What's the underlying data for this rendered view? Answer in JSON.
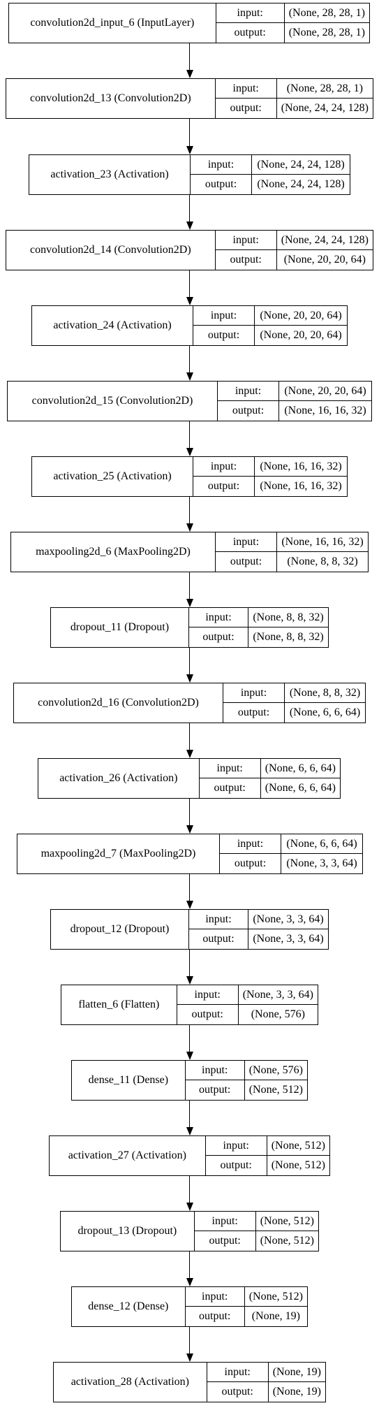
{
  "io_labels": {
    "input": "input:",
    "output": "output:"
  },
  "layers": [
    {
      "name": "convolution2d_input_6 (InputLayer)",
      "input": "(None, 28, 28, 1)",
      "output": "(None, 28, 28, 1)"
    },
    {
      "name": "convolution2d_13 (Convolution2D)",
      "input": "(None, 28, 28, 1)",
      "output": "(None, 24, 24, 128)"
    },
    {
      "name": "activation_23 (Activation)",
      "input": "(None, 24, 24, 128)",
      "output": "(None, 24, 24, 128)"
    },
    {
      "name": "convolution2d_14 (Convolution2D)",
      "input": "(None, 24, 24, 128)",
      "output": "(None, 20, 20, 64)"
    },
    {
      "name": "activation_24 (Activation)",
      "input": "(None, 20, 20, 64)",
      "output": "(None, 20, 20, 64)"
    },
    {
      "name": "convolution2d_15 (Convolution2D)",
      "input": "(None, 20, 20, 64)",
      "output": "(None, 16, 16, 32)"
    },
    {
      "name": "activation_25 (Activation)",
      "input": "(None, 16, 16, 32)",
      "output": "(None, 16, 16, 32)"
    },
    {
      "name": "maxpooling2d_6 (MaxPooling2D)",
      "input": "(None, 16, 16, 32)",
      "output": "(None, 8, 8, 32)"
    },
    {
      "name": "dropout_11 (Dropout)",
      "input": "(None, 8, 8, 32)",
      "output": "(None, 8, 8, 32)"
    },
    {
      "name": "convolution2d_16 (Convolution2D)",
      "input": "(None, 8, 8, 32)",
      "output": "(None, 6, 6, 64)"
    },
    {
      "name": "activation_26 (Activation)",
      "input": "(None, 6, 6, 64)",
      "output": "(None, 6, 6, 64)"
    },
    {
      "name": "maxpooling2d_7 (MaxPooling2D)",
      "input": "(None, 6, 6, 64)",
      "output": "(None, 3, 3, 64)"
    },
    {
      "name": "dropout_12 (Dropout)",
      "input": "(None, 3, 3, 64)",
      "output": "(None, 3, 3, 64)"
    },
    {
      "name": "flatten_6 (Flatten)",
      "input": "(None, 3, 3, 64)",
      "output": "(None, 576)"
    },
    {
      "name": "dense_11 (Dense)",
      "input": "(None, 576)",
      "output": "(None, 512)"
    },
    {
      "name": "activation_27 (Activation)",
      "input": "(None, 512)",
      "output": "(None, 512)"
    },
    {
      "name": "dropout_13 (Dropout)",
      "input": "(None, 512)",
      "output": "(None, 512)"
    },
    {
      "name": "dense_12 (Dense)",
      "input": "(None, 512)",
      "output": "(None, 19)"
    },
    {
      "name": "activation_28 (Activation)",
      "input": "(None, 19)",
      "output": "(None, 19)"
    }
  ]
}
